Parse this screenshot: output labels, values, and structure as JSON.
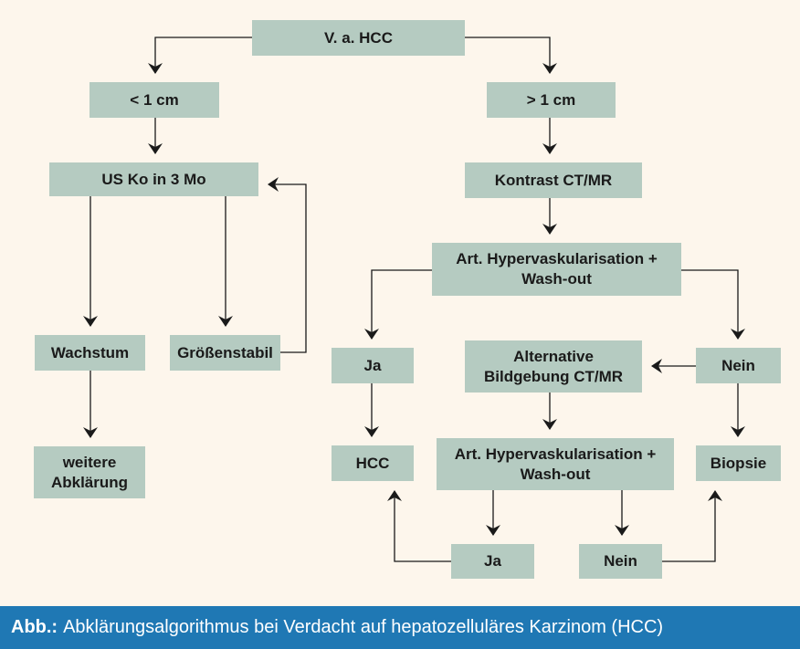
{
  "nodes": {
    "root": "V. a. HCC",
    "lt1": "< 1 cm",
    "gt1": "> 1 cm",
    "us": "US Ko in 3 Mo",
    "ct": "Kontrast CT/MR",
    "hyper1": "Art. Hypervaskularisation +\nWash-out",
    "wachstum": "Wachstum",
    "stabil": "Größenstabil",
    "weitere": "weitere\nAbklärung",
    "ja1": "Ja",
    "hcc": "HCC",
    "alt": "Alternative\nBildgebung CT/MR",
    "nein1": "Nein",
    "hyper2": "Art. Hypervaskularisation +\nWash-out",
    "biopsie": "Biopsie",
    "ja2": "Ja",
    "nein2": "Nein"
  },
  "caption": {
    "label": "Abb.:",
    "text": "Abklärungsalgorithmus bei Verdacht auf hepatozelluläres Karzinom (HCC)"
  },
  "colors": {
    "background": "#fdf6ec",
    "box_fill": "#b5cbc1",
    "caption_bar": "#1f78b4",
    "line": "#1a1a1a"
  }
}
